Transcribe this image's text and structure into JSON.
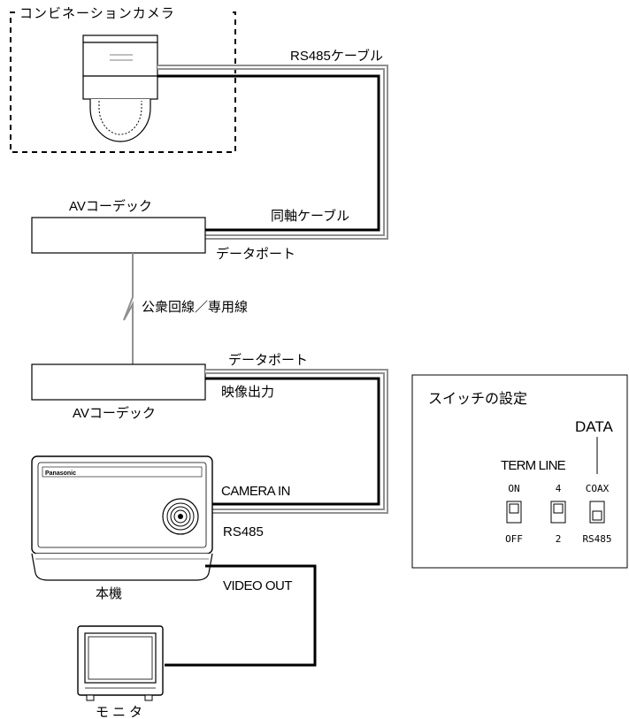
{
  "devices": {
    "camera": "コンビネーションカメラ",
    "codec_top": "AVコーデック",
    "codec_bottom": "AVコーデック",
    "main_unit": "本機",
    "main_unit_brand": "Panasonic",
    "monitor": "モニタ"
  },
  "cables": {
    "rs485_cable": "RS485ケーブル",
    "coax_cable": "同軸ケーブル",
    "data_port_top": "データポート",
    "public_line": "公衆回線／専用線",
    "data_port_bottom": "データポート",
    "video_output": "映像出力",
    "camera_in": "CAMERA IN",
    "rs485": "RS485",
    "video_out": "VIDEO OUT"
  },
  "switch_panel": {
    "title": "スイッチの設定",
    "data_label": "DATA",
    "group_label": "TERM LINE",
    "switches": [
      {
        "top": "ON",
        "bottom": "OFF"
      },
      {
        "top": "4",
        "bottom": "2"
      },
      {
        "top": "COAX",
        "bottom": "RS485"
      }
    ]
  }
}
